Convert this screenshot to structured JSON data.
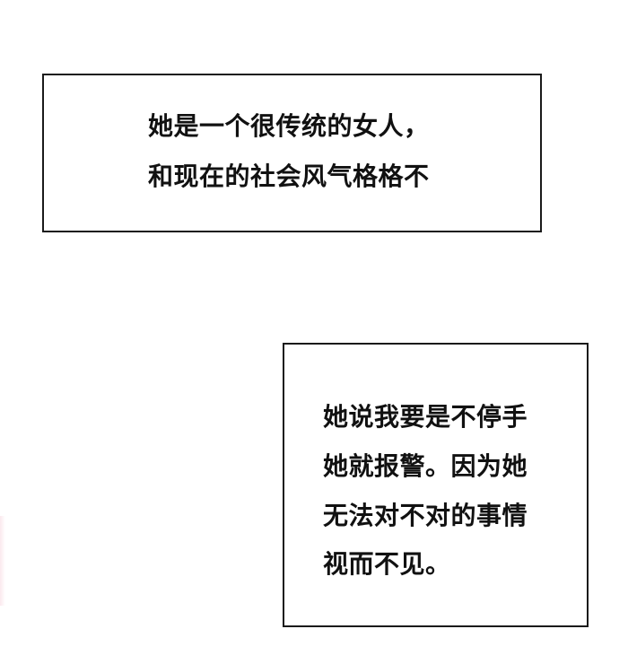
{
  "panels": [
    {
      "id": "caption-1",
      "lines": [
        "她是一个很传统的女人，",
        "和现在的社会风气格格不"
      ]
    },
    {
      "id": "caption-2",
      "lines": [
        "她说我要是不停手",
        "她就报警。因为她",
        "无法对不对的事情",
        "视而不见。"
      ]
    }
  ],
  "colors": {
    "background": "#ffffff",
    "border": "#1a1a1a",
    "text": "#111111"
  }
}
